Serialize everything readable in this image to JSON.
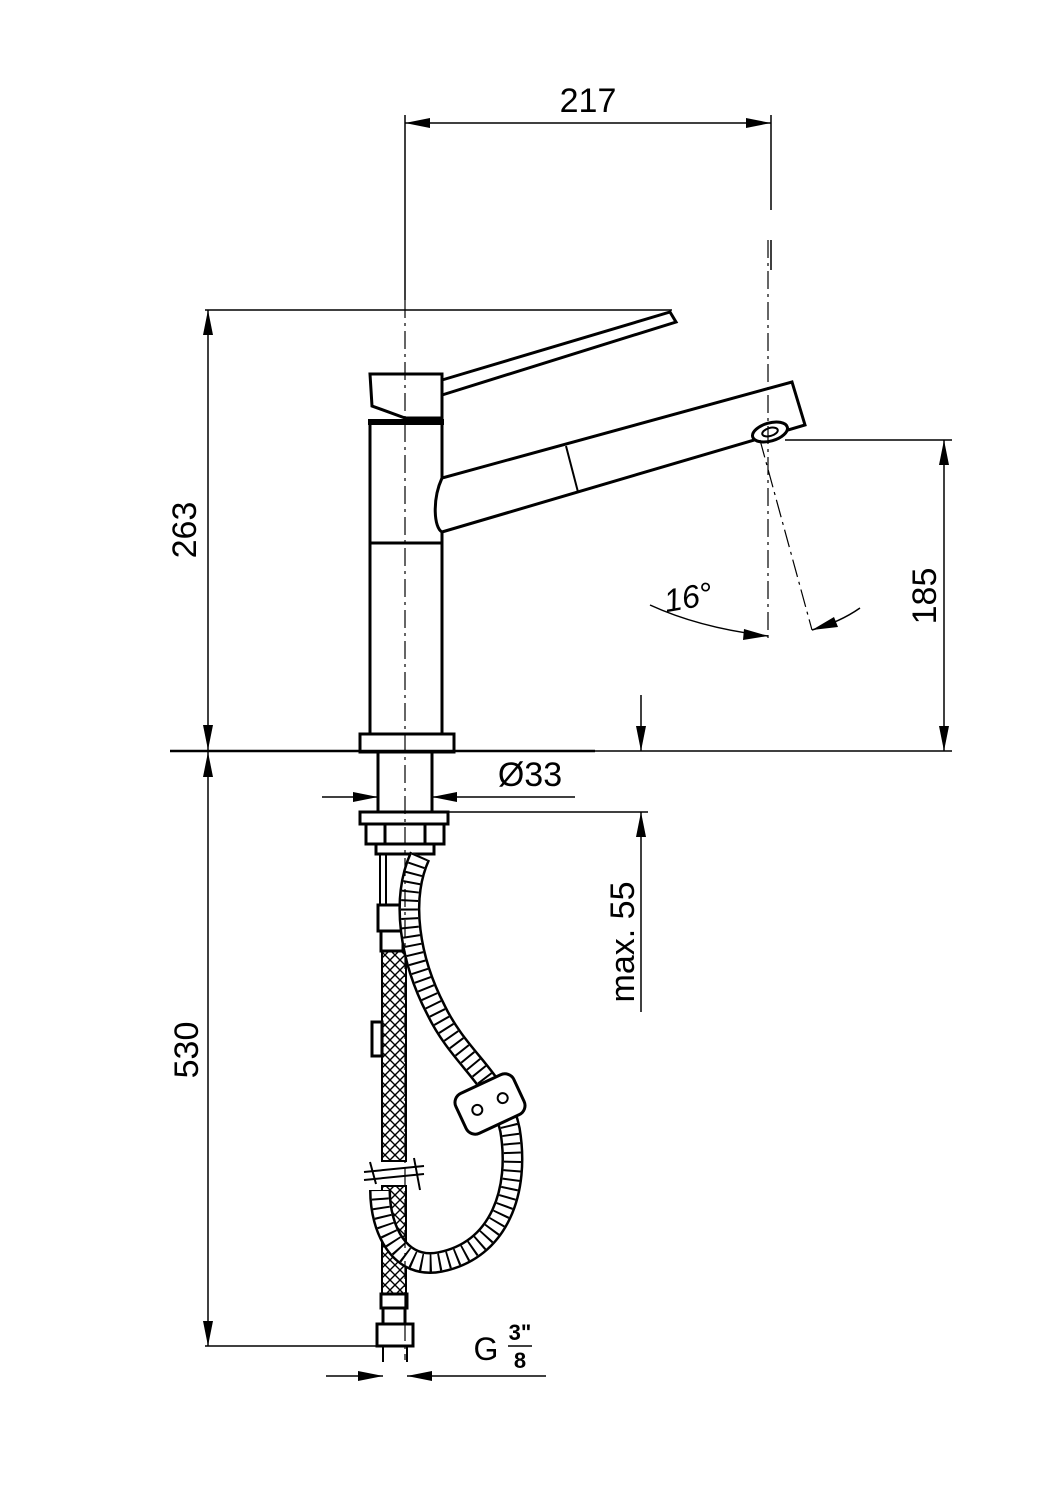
{
  "drawing": {
    "dimensions": {
      "overall_reach": "217",
      "overall_height": "263",
      "spout_height": "185",
      "spout_angle": "16°",
      "shank_diameter": "Ø33",
      "max_worktop": "max. 55",
      "hose_length": "530",
      "thread_prefix": "G",
      "thread_numerator": "3\"",
      "thread_denominator": "8"
    },
    "colors": {
      "line": "#000000",
      "background": "#ffffff"
    }
  }
}
